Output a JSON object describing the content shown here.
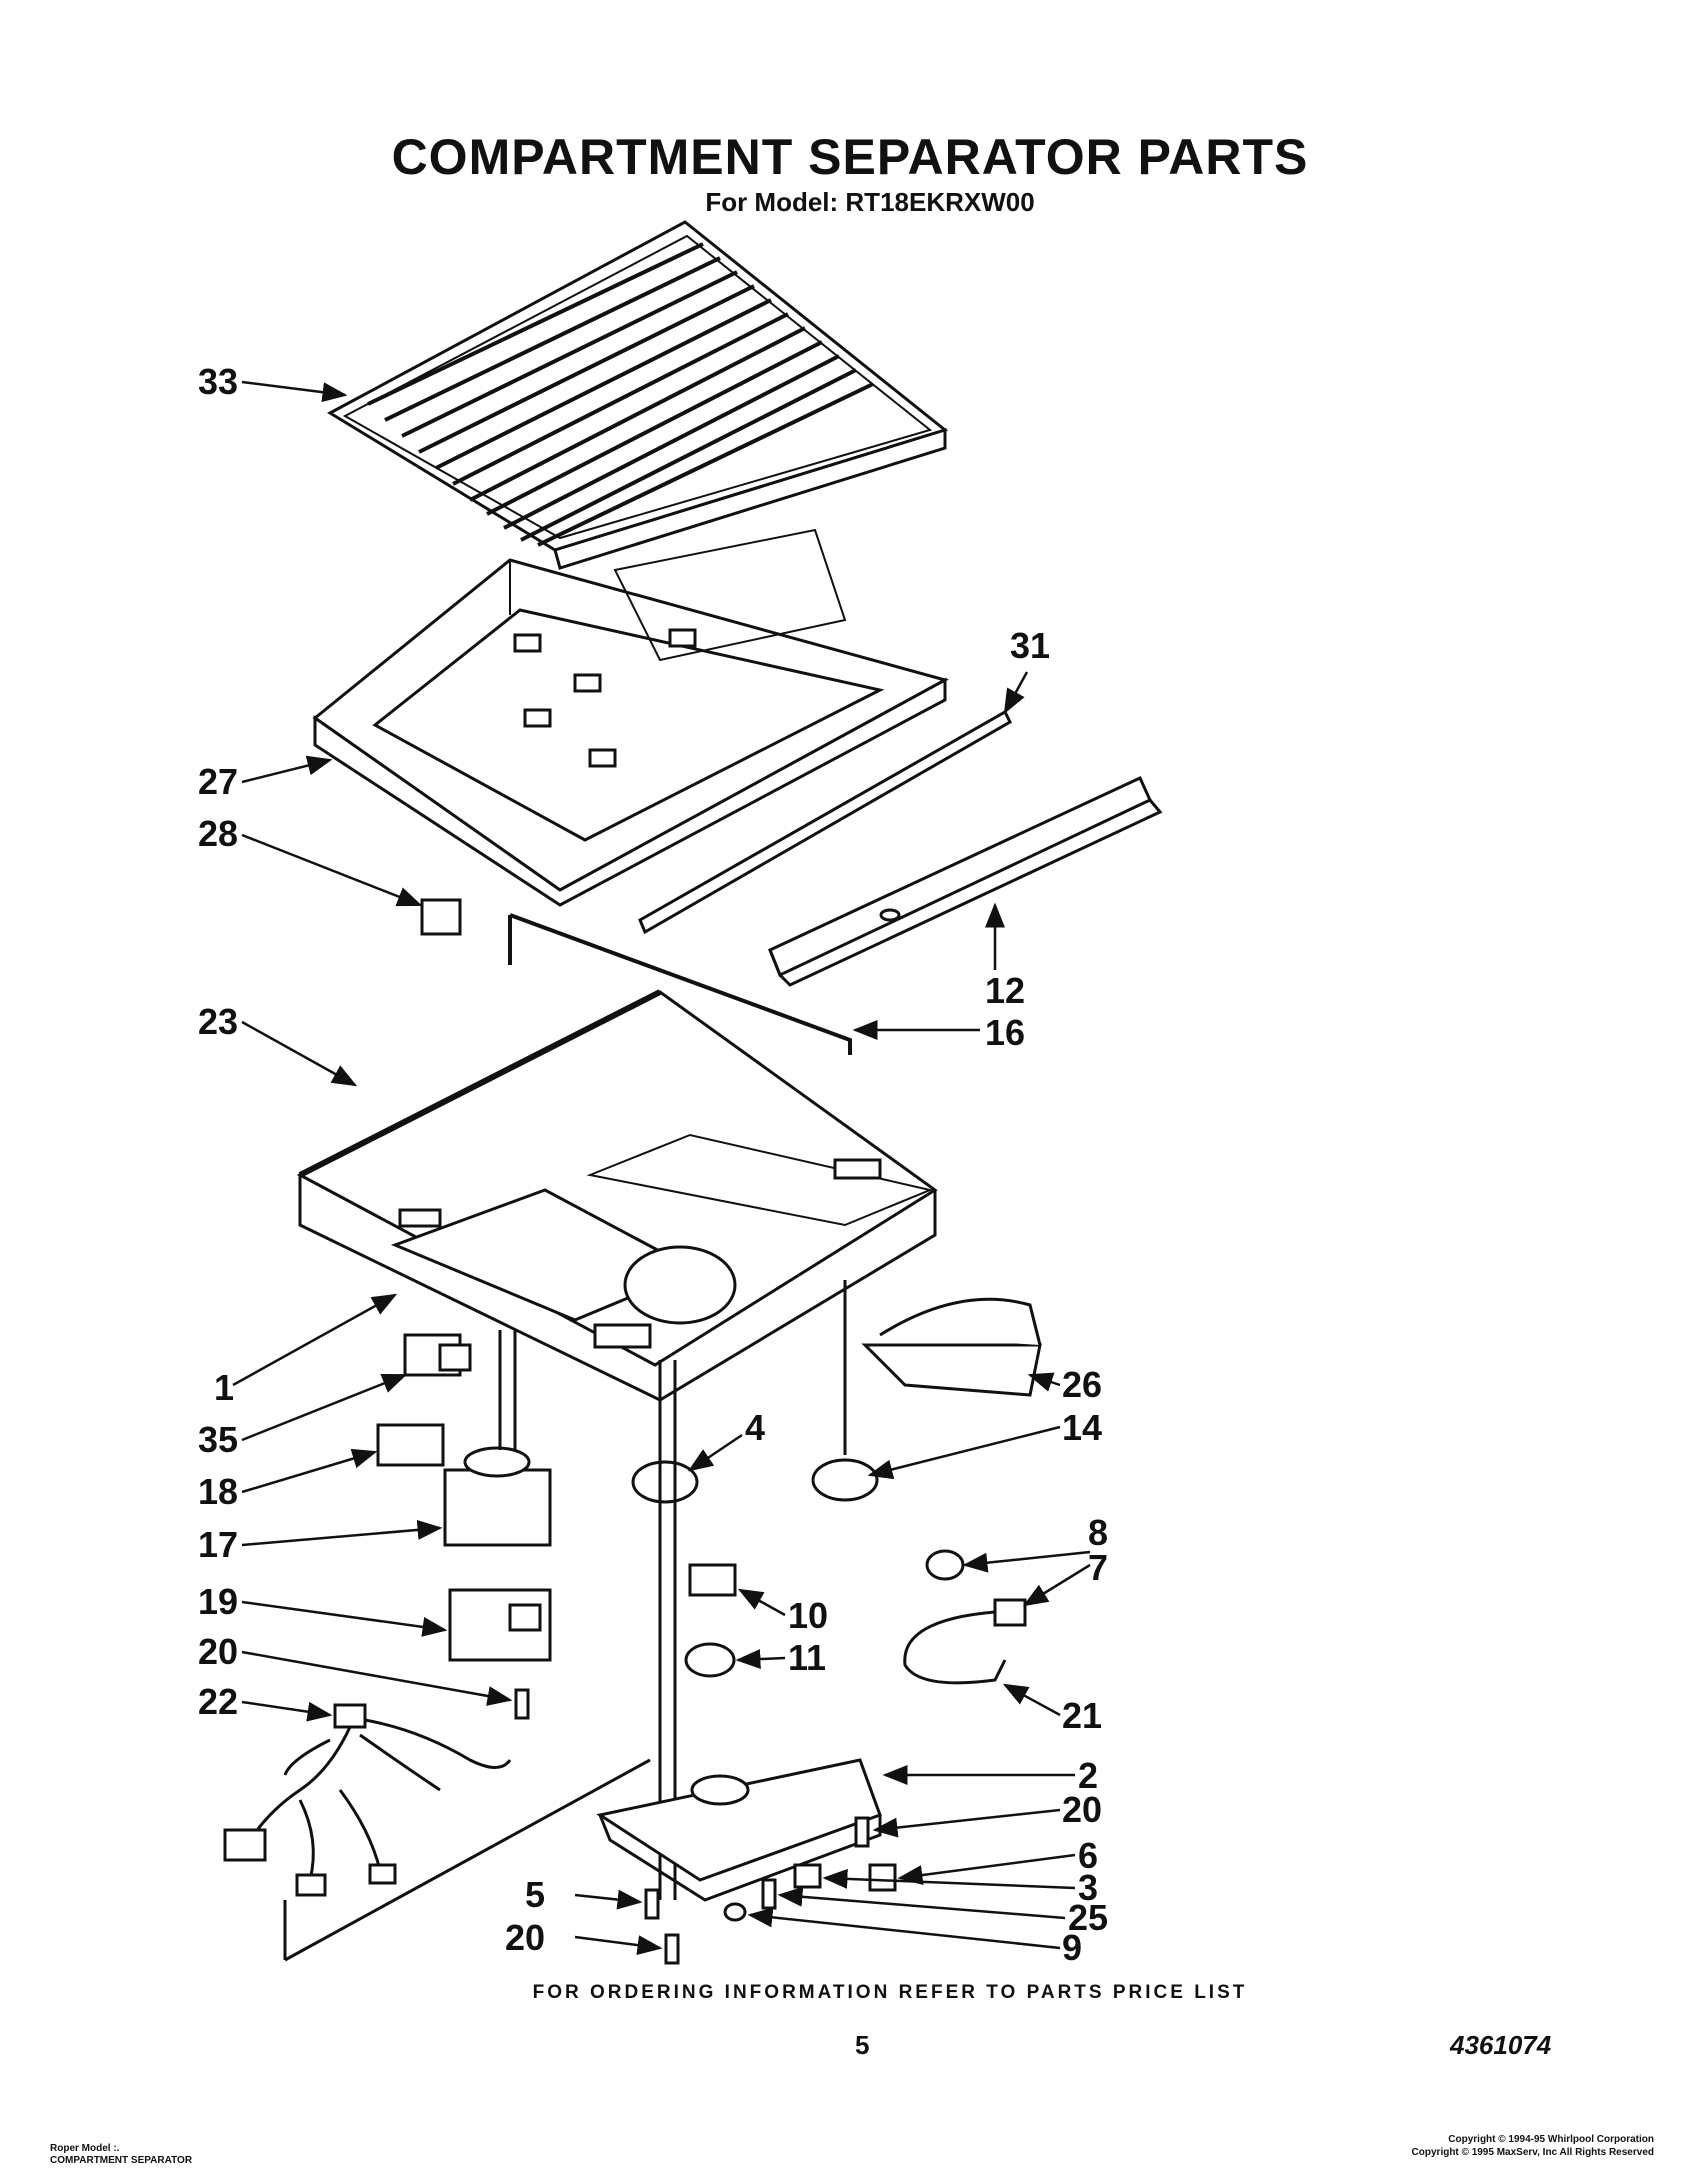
{
  "header": {
    "title": "COMPARTMENT SEPARATOR PARTS",
    "model": "For Model: RT18EKRXW00"
  },
  "callouts": [
    "33",
    "31",
    "27",
    "28",
    "12",
    "16",
    "23",
    "1",
    "26",
    "35",
    "14",
    "4",
    "18",
    "17",
    "8",
    "7",
    "10",
    "19",
    "11",
    "20",
    "22",
    "21",
    "2",
    "20",
    "6",
    "3",
    "5",
    "25",
    "20",
    "9"
  ],
  "footer": {
    "ordering": "FOR ORDERING INFORMATION REFER TO PARTS PRICE LIST",
    "page_number": "5",
    "doc_number": "4361074",
    "left_line1": "Roper Model :.",
    "left_line2": "COMPARTMENT SEPARATOR",
    "copyright1": "Copyright © 1994-95 Whirlpool Corporation",
    "copyright2": "Copyright © 1995 MaxServ, Inc   All Rights Reserved"
  }
}
